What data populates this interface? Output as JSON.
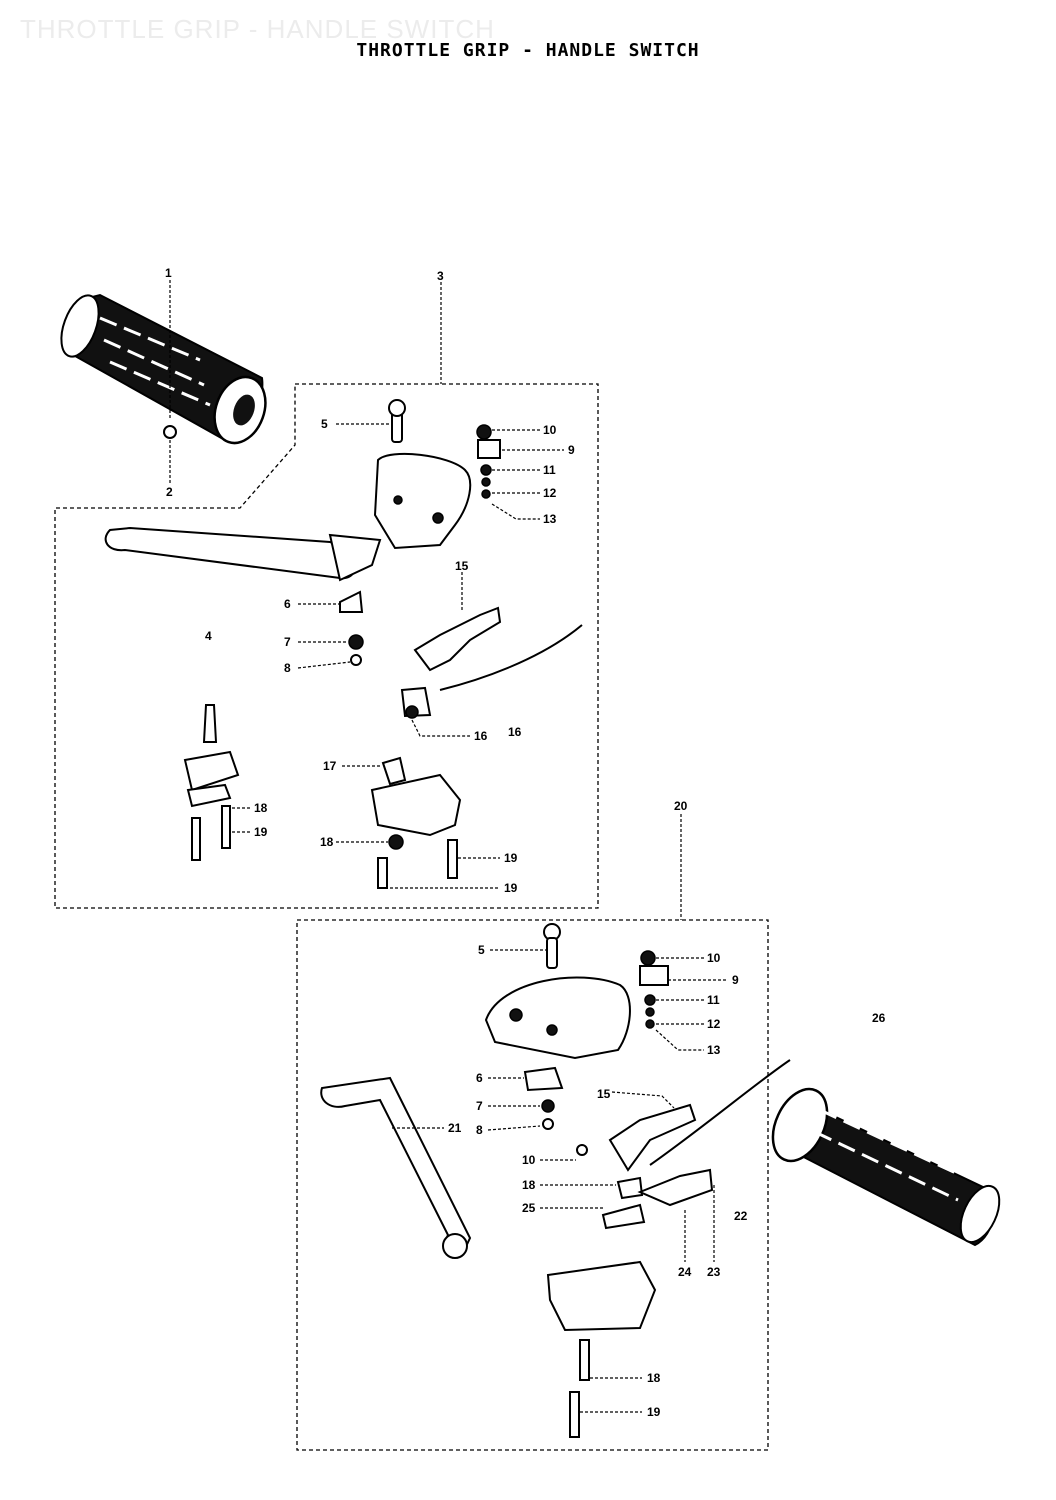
{
  "header": {
    "ghost_title": "THROTTLE GRIP - HANDLE SWITCH",
    "title": "THROTTLE GRIP - HANDLE SWITCH"
  },
  "labels": {
    "top_assembly": [
      "1",
      "2",
      "3",
      "5",
      "10",
      "9",
      "11",
      "12",
      "13",
      "6",
      "7",
      "8",
      "4",
      "15",
      "16",
      "16",
      "17",
      "18",
      "19",
      "18",
      "19",
      "19"
    ],
    "bottom_assembly": [
      "20",
      "5",
      "10",
      "9",
      "11",
      "12",
      "13",
      "6",
      "7",
      "8",
      "21",
      "15",
      "10",
      "18",
      "25",
      "24",
      "23",
      "22",
      "18",
      "19",
      "26"
    ]
  }
}
